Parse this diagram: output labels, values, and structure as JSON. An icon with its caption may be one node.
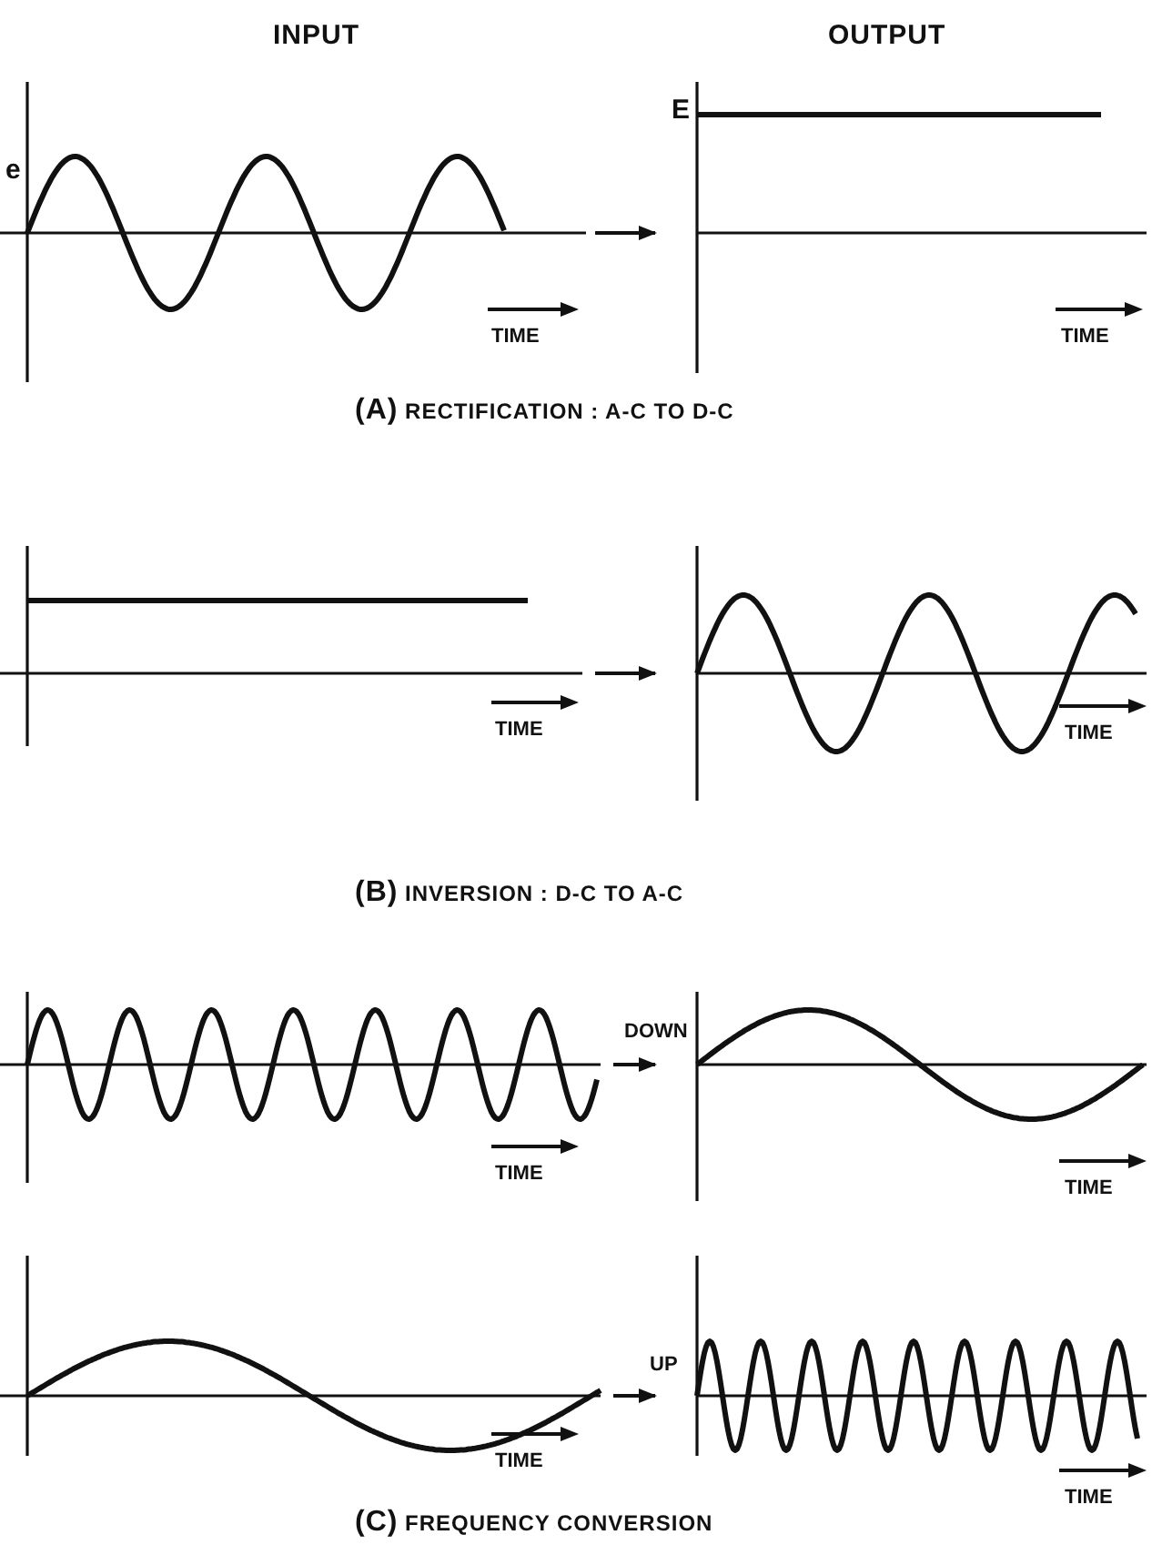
{
  "diagram": {
    "nodes": [
      {
        "text": [
          "e",
          "TIME"
        ]
      },
      {
        "text": [
          "E",
          "TIME"
        ]
      },
      {
        "text": [
          "TIME"
        ]
      },
      {
        "text": [
          "TIME"
        ]
      },
      {
        "text": [
          "TIME"
        ]
      },
      {
        "text": [
          "TIME"
        ]
      },
      {
        "text": [
          "TIME"
        ]
      },
      {
        "text": [
          "TIME"
        ]
      }
    ],
    "edges": [
      {
        "from": 0,
        "to": 1,
        "arrow": "to"
      },
      {
        "from": 2,
        "to": 3,
        "arrow": "to"
      },
      {
        "from": 4,
        "to": 5,
        "arrow": "to",
        "label": "DOWN"
      },
      {
        "from": 6,
        "to": 7,
        "arrow": "to",
        "label": "UP"
      }
    ],
    "labels": [
      "INPUT",
      "OUTPUT",
      "**(A)** RECTIFICATION : A-C TO D-C",
      "**(B)** INVERSION : D-C TO A-C",
      "**(C)** FREQUENCY CONVERSION"
    ]
  }
}
